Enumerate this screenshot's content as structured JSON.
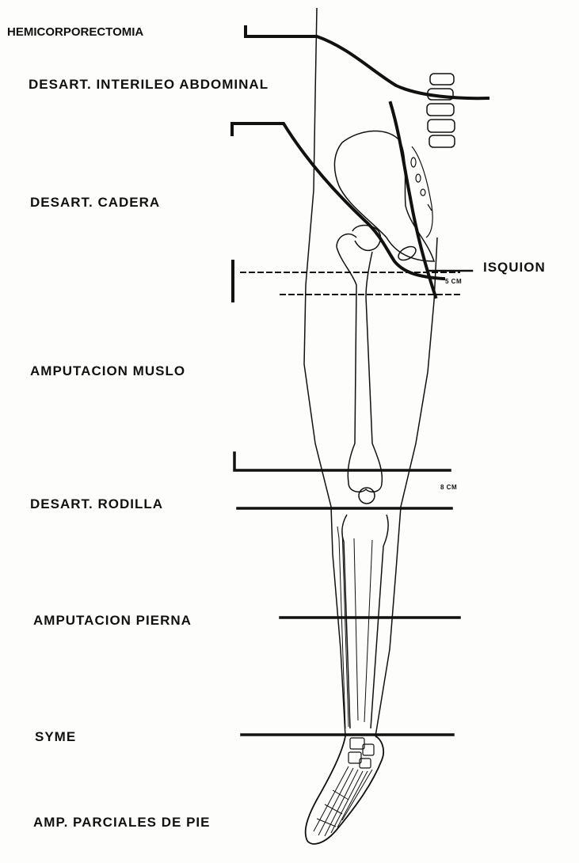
{
  "labels": {
    "hemicorporectomia": "HEMICORPORECTOMIA",
    "desart_interileo": "DESART. INTERILEO ABDOMINAL",
    "desart_cadera": "DESART. CADERA",
    "isquion": "ISQUION",
    "amputacion_muslo": "AMPUTACION MUSLO",
    "desart_rodilla": "DESART. RODILLA",
    "amputacion_pierna": "AMPUTACION PIERNA",
    "syme": "SYME",
    "amp_parciales_pie": "AMP. PARCIALES DE PIE",
    "measure_upper": "5 CM",
    "measure_lower": "8 CM"
  },
  "colors": {
    "ink": "#111111",
    "paper": "#fdfdfb"
  }
}
